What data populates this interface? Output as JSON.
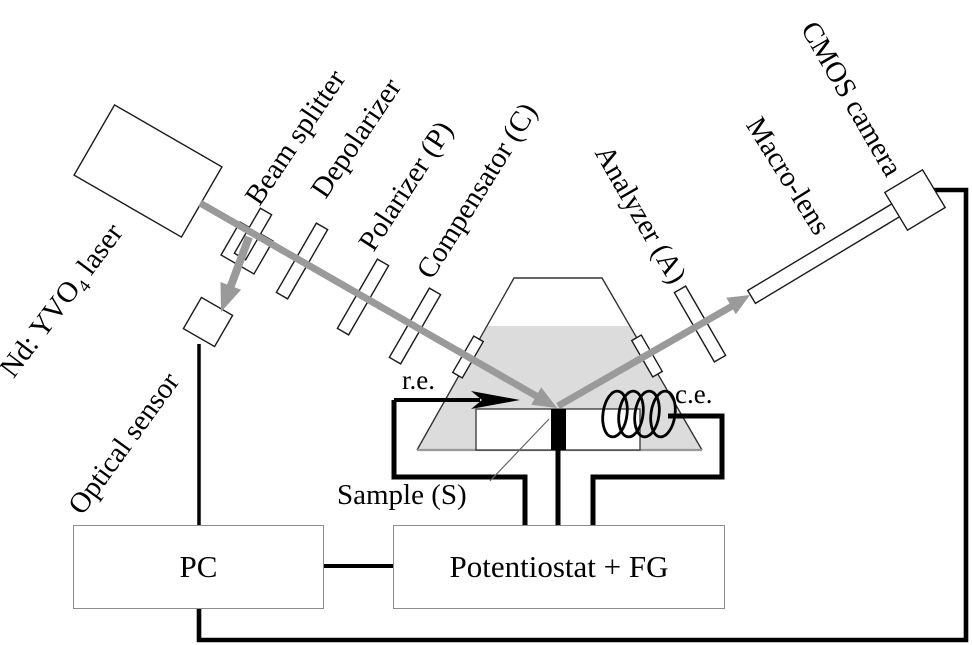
{
  "labels": {
    "laser_1": "Nd: YVO",
    "laser_sub": "4",
    "laser_2": " laser",
    "beam_splitter": "Beam splitter",
    "depolarizer": "Depolarizer",
    "polarizer": "Polarizer (P)",
    "compensator": "Compensator (C)",
    "analyzer": "Analyzer (A)",
    "macro_lens": "Macro-lens",
    "cmos_camera": "CMOS camera",
    "optical_sensor": "Optical sensor",
    "re": "r.e.",
    "ce": "c.e.",
    "sample": "Sample (S)",
    "pc": "PC",
    "potentiostat": "Potentiostat + FG"
  },
  "colors": {
    "beam": "#9a9a9a",
    "electrolyte": "#dcdcdc",
    "wire": "#000000",
    "outline": "#1a1a1a",
    "box_border": "#8c8c8c"
  }
}
